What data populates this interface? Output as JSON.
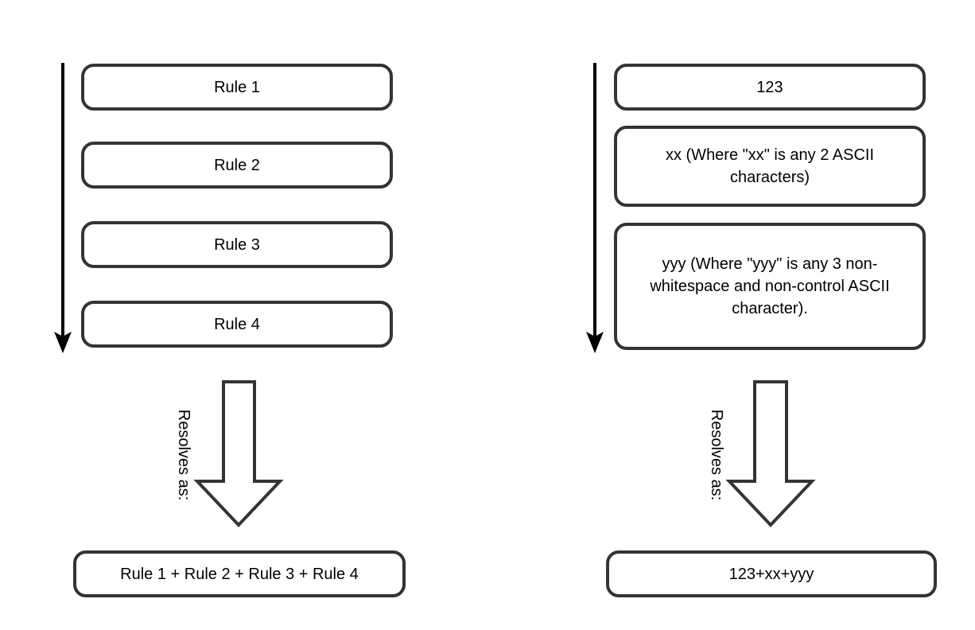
{
  "diagram": {
    "left_column": {
      "rules": [
        {
          "label": "Rule 1"
        },
        {
          "label": "Rule 2"
        },
        {
          "label": "Rule 3"
        },
        {
          "label": "Rule 4"
        }
      ],
      "resolves_label": "Resolves as:",
      "result": "Rule 1 + Rule 2 + Rule 3 + Rule 4"
    },
    "right_column": {
      "items": [
        {
          "label": "123"
        },
        {
          "label": "xx (Where \"xx\" is any 2 ASCII characters)"
        },
        {
          "label": "yyy (Where \"yyy\" is any 3 non-whitespace and non-control ASCII character)."
        }
      ],
      "resolves_label": "Resolves as:",
      "result": "123+xx+yyy"
    },
    "colors": {
      "box_stroke": "#343434",
      "thin_arrow": "#000000",
      "text": "#000000",
      "background": "#ffffff"
    }
  }
}
